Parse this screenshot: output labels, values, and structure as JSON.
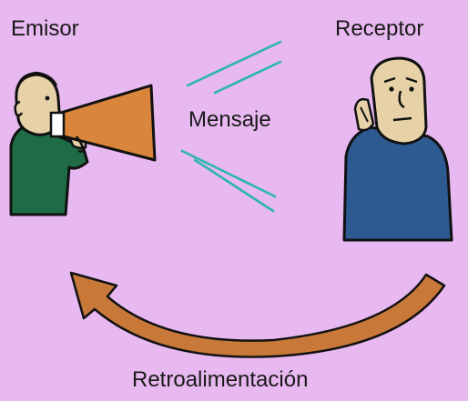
{
  "diagram": {
    "sender_label": "Emisor",
    "receiver_label": "Receptor",
    "message_label": "Mensaje",
    "feedback_label": "Retroalimentación"
  },
  "colors": {
    "background": "#E8B8F0",
    "megaphone": "#D9853B",
    "feedback_arrow": "#C8793A",
    "signal_lines": "#2BB5B0",
    "sender_shirt": "#1E6B45",
    "receiver_shirt": "#2E5A92",
    "skin": "#E7D2A8"
  }
}
